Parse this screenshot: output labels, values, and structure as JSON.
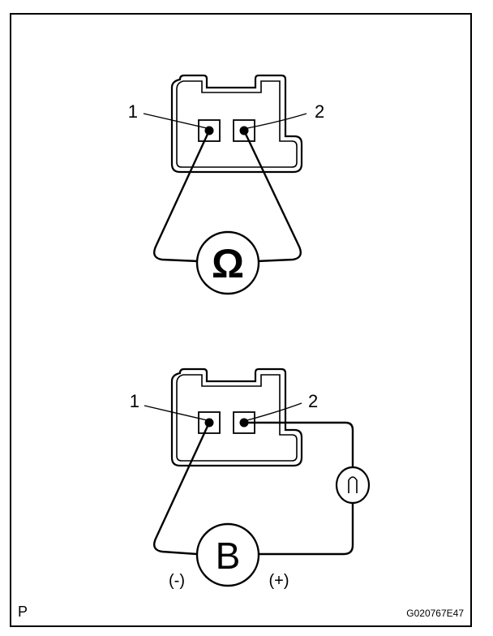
{
  "figure": {
    "top": {
      "pin_label_1": "1",
      "pin_label_2": "2",
      "meter_symbol": "Ω"
    },
    "bottom": {
      "pin_label_1": "1",
      "pin_label_2": "2",
      "battery_symbol": "B",
      "minus_label": "(-)",
      "plus_label": "(+)"
    },
    "footer": {
      "left_code": "P",
      "figure_code": "G020767E47"
    }
  },
  "icons": {
    "meter": "ohmmeter-icon",
    "battery": "battery-icon",
    "bulb": "test-lamp-icon"
  }
}
